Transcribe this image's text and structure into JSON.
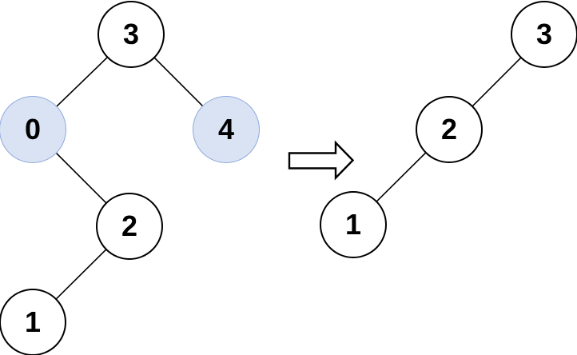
{
  "diagram": {
    "kind": "binary-tree-transformation",
    "trees": {
      "before": {
        "nodes": [
          {
            "id": "3",
            "label": "3",
            "highlighted": false
          },
          {
            "id": "0",
            "label": "0",
            "highlighted": true
          },
          {
            "id": "4",
            "label": "4",
            "highlighted": true
          },
          {
            "id": "2",
            "label": "2",
            "highlighted": false
          },
          {
            "id": "1",
            "label": "1",
            "highlighted": false
          }
        ],
        "edges": [
          [
            "3",
            "0"
          ],
          [
            "3",
            "4"
          ],
          [
            "0",
            "2"
          ],
          [
            "2",
            "1"
          ]
        ]
      },
      "after": {
        "nodes": [
          {
            "id": "3",
            "label": "3",
            "highlighted": false
          },
          {
            "id": "2",
            "label": "2",
            "highlighted": false
          },
          {
            "id": "1",
            "label": "1",
            "highlighted": false
          }
        ],
        "edges": [
          [
            "3",
            "2"
          ],
          [
            "2",
            "1"
          ]
        ]
      }
    },
    "colors": {
      "highlight_fill": "#dae3f3",
      "highlight_stroke": "#8faadc",
      "node_fill": "#ffffff",
      "node_stroke": "#000000",
      "edge_stroke": "#000000"
    },
    "arrow_icon": "right-arrow"
  }
}
